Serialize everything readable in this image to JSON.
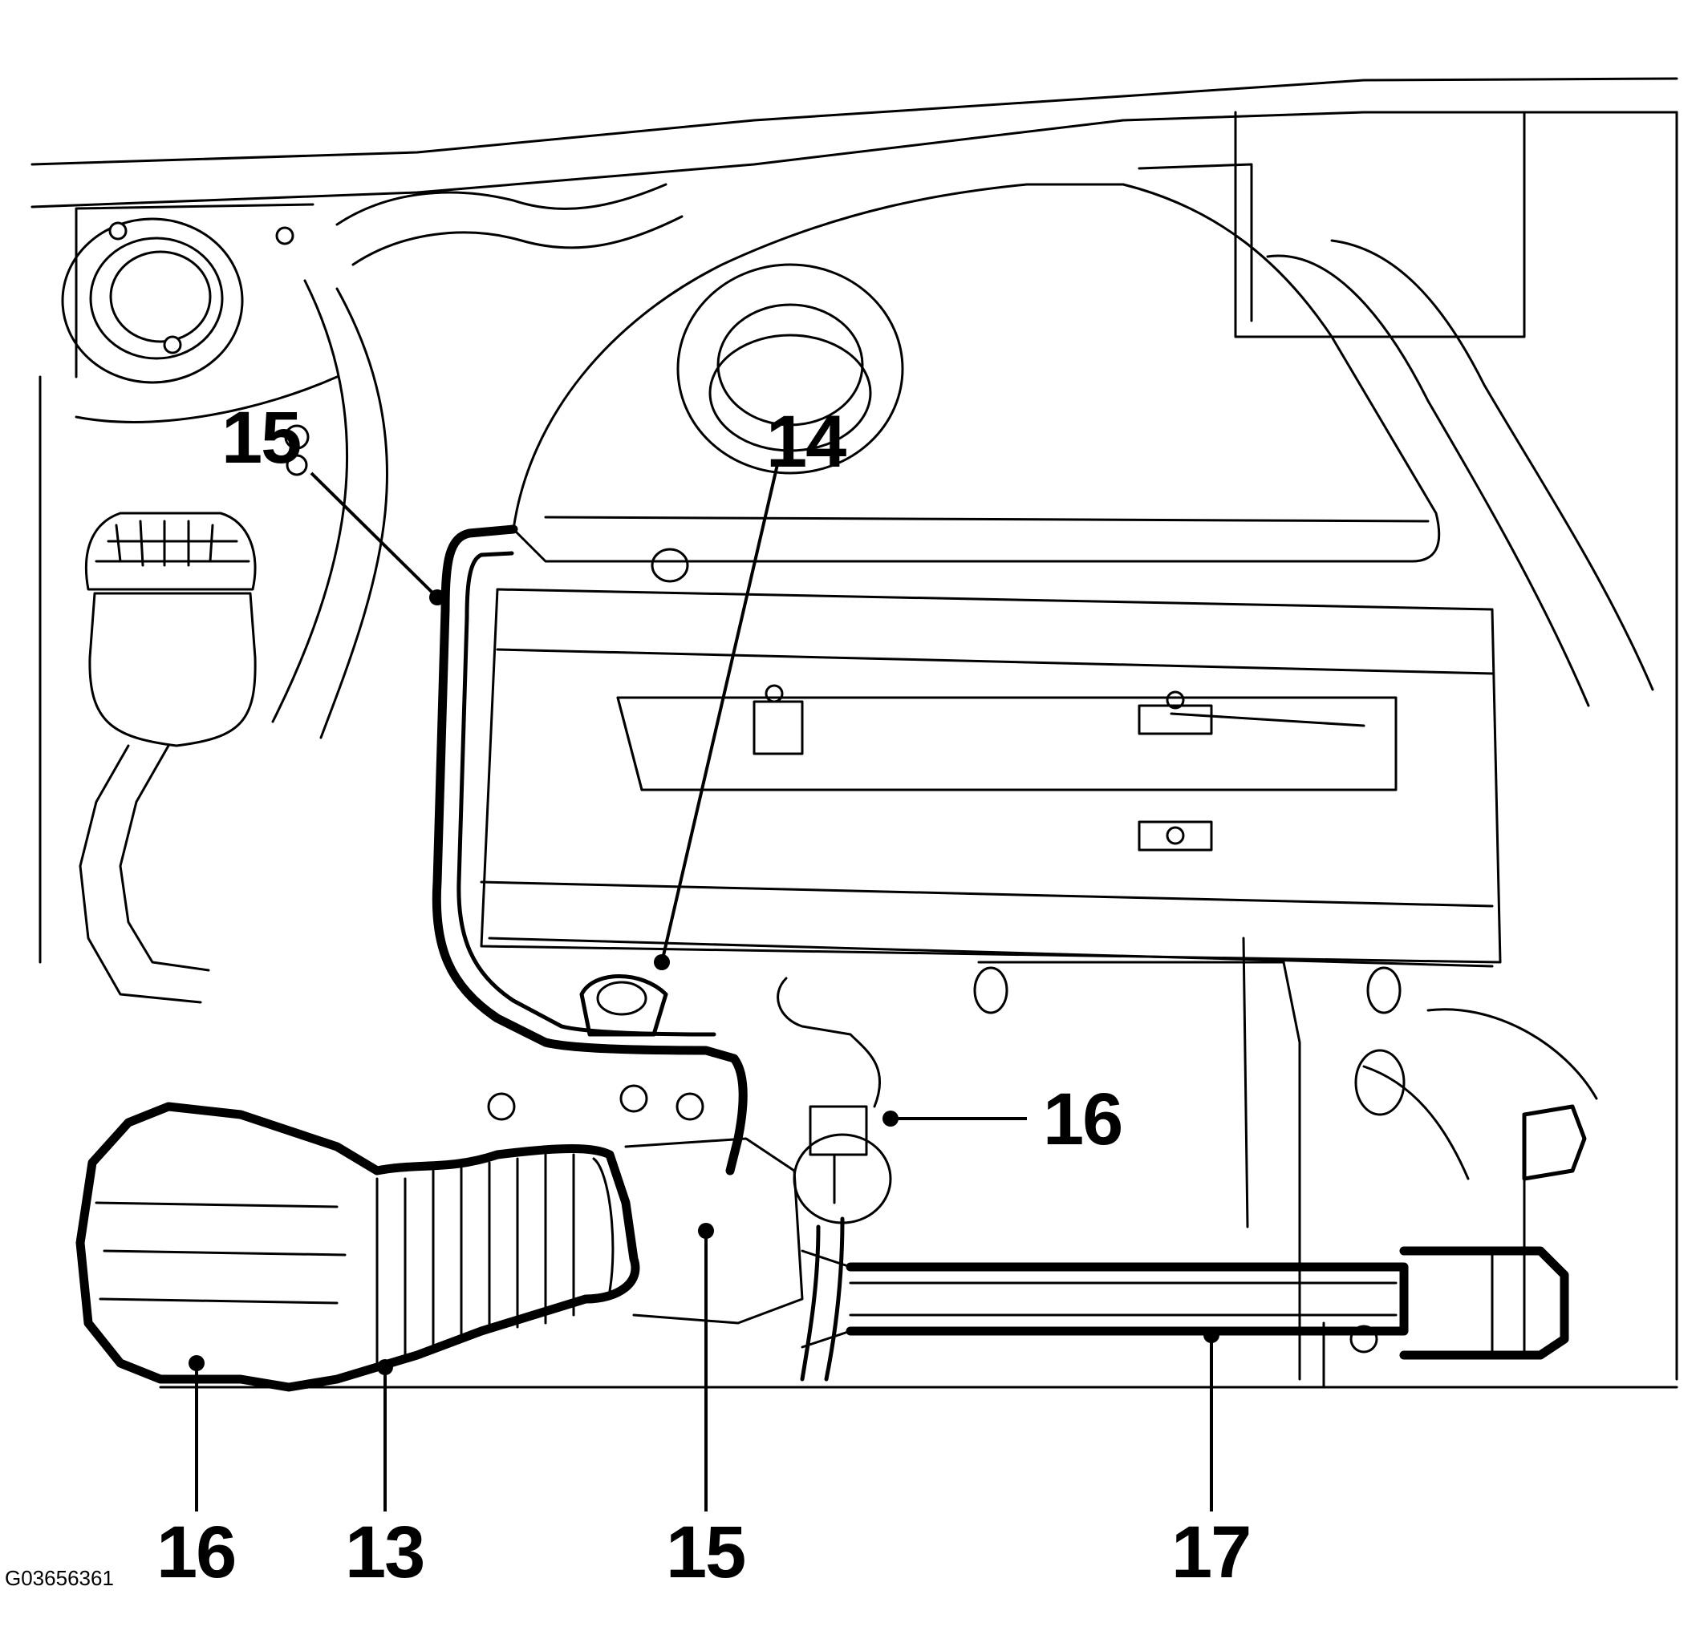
{
  "figure": {
    "id_code": "G03656361",
    "callouts": [
      {
        "key": "c15_top",
        "label": "15"
      },
      {
        "key": "c14",
        "label": "14"
      },
      {
        "key": "c16_right",
        "label": "16"
      },
      {
        "key": "c16_bottom",
        "label": "16"
      },
      {
        "key": "c13",
        "label": "13"
      },
      {
        "key": "c15_bottom",
        "label": "15"
      },
      {
        "key": "c17",
        "label": "17"
      }
    ]
  }
}
